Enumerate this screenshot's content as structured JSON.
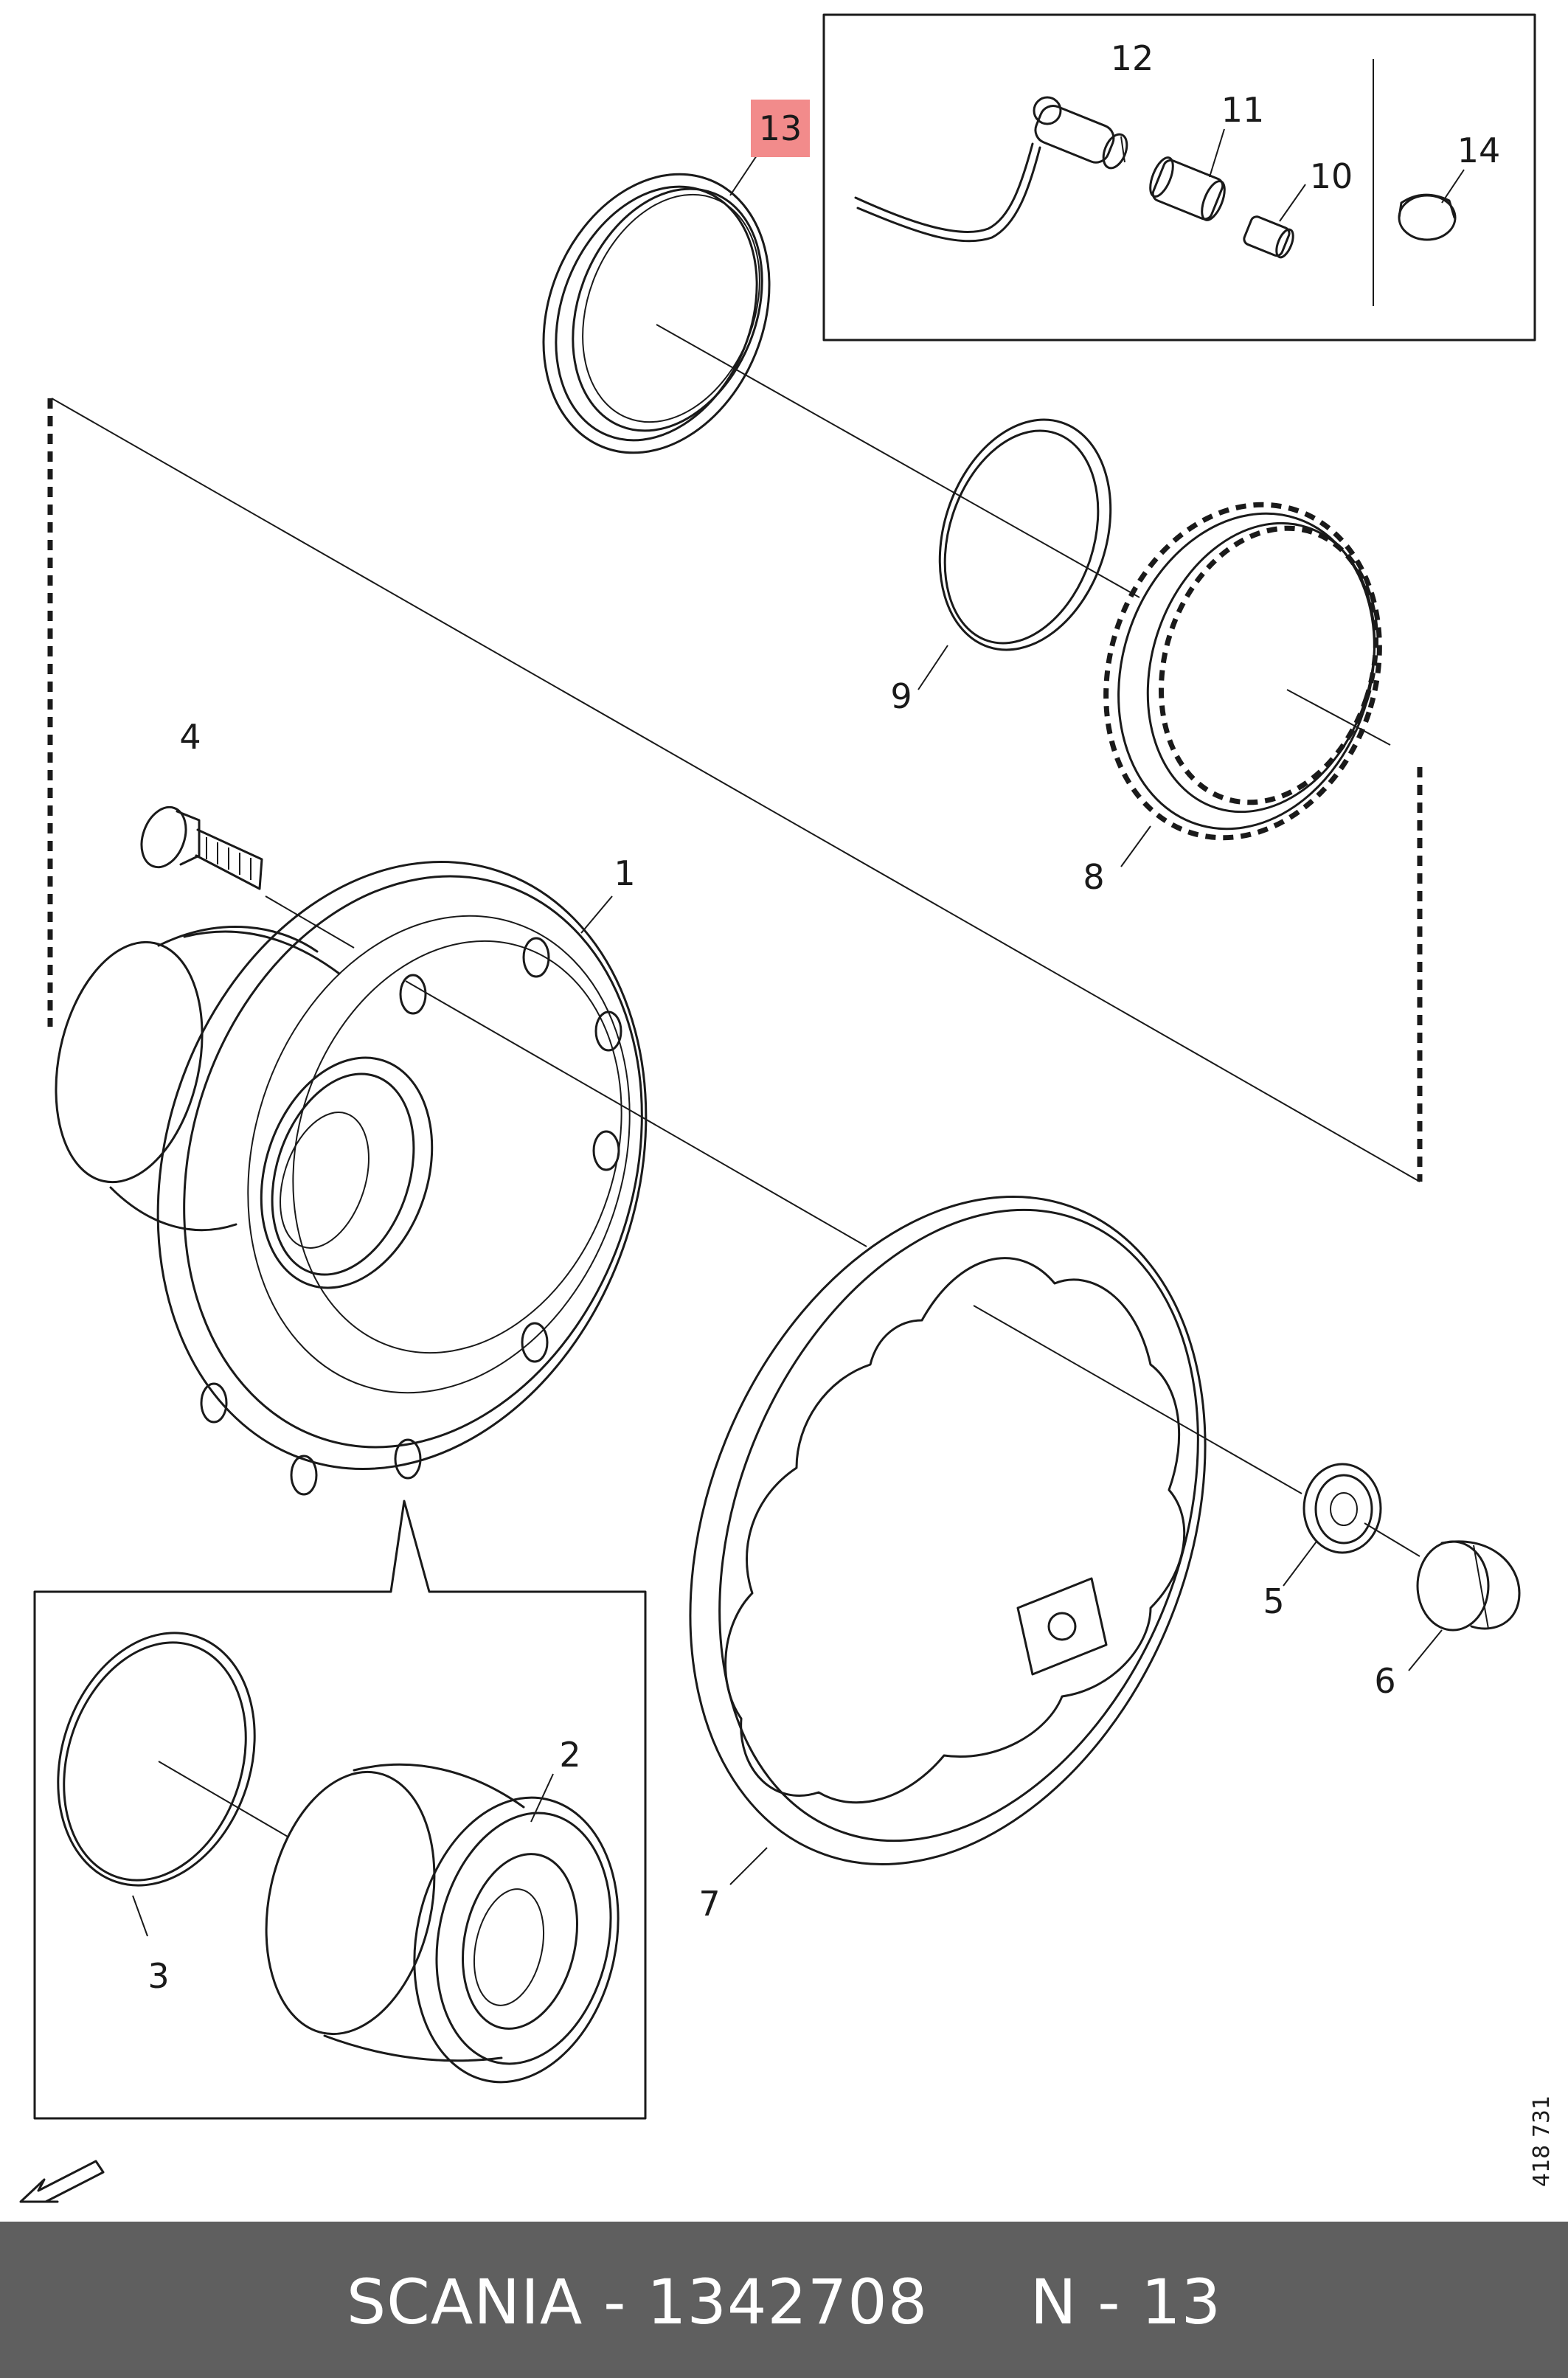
{
  "callouts": [
    {
      "id": "1",
      "text": "1"
    },
    {
      "id": "2",
      "text": "2"
    },
    {
      "id": "3",
      "text": "3"
    },
    {
      "id": "4",
      "text": "4"
    },
    {
      "id": "5",
      "text": "5"
    },
    {
      "id": "6",
      "text": "6"
    },
    {
      "id": "7",
      "text": "7"
    },
    {
      "id": "8",
      "text": "8"
    },
    {
      "id": "9",
      "text": "9"
    },
    {
      "id": "10",
      "text": "10"
    },
    {
      "id": "11",
      "text": "11"
    },
    {
      "id": "12",
      "text": "12"
    },
    {
      "id": "13",
      "text": "13",
      "highlight": "#f28b8b"
    },
    {
      "id": "14",
      "text": "14"
    }
  ],
  "doc_number": "418 731",
  "footer": {
    "text": "SCANIA - 1342708     N - 13",
    "bg": "#5f5f5f"
  },
  "colors": {
    "line": "#1a1a1a",
    "highlight": "#f28b8b"
  }
}
